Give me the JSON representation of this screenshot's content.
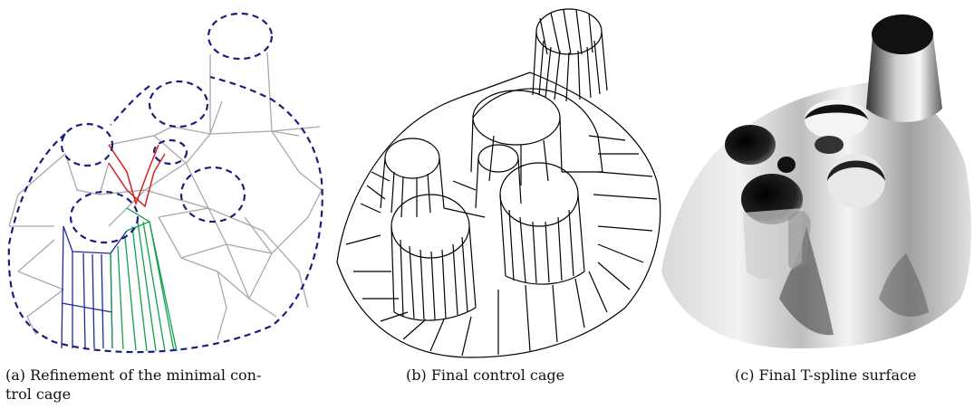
{
  "figure": {
    "panels": [
      {
        "id": "a",
        "caption": "(a) Refinement of the minimal con-\ntrol cage"
      },
      {
        "id": "b",
        "caption": "(b) Final control cage"
      },
      {
        "id": "c",
        "caption": "(c) Final T-spline surface"
      }
    ],
    "colors": {
      "cage_dashed": "#1a1f7a",
      "grey_edges": "#a8a8a8",
      "red_edges": "#d42020",
      "blue_edges": "#1c2a9a",
      "green_edges": "#13a04a",
      "black_edges": "#000000"
    }
  }
}
